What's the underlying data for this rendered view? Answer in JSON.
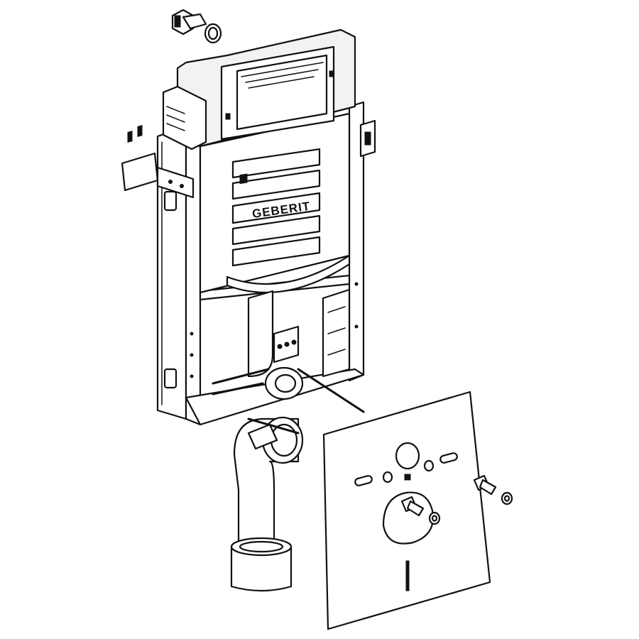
{
  "brand": {
    "logo_text": "GEBERIT"
  },
  "colors": {
    "line": "#111111",
    "background": "#ffffff"
  },
  "parts": [
    {
      "id": "installation-frame"
    },
    {
      "id": "concealed-cistern"
    },
    {
      "id": "inspection-opening"
    },
    {
      "id": "wall-mounting-brackets"
    },
    {
      "id": "drain-bend"
    },
    {
      "id": "sound-insulation-pad"
    },
    {
      "id": "fixing-bolts"
    },
    {
      "id": "water-supply-connector"
    }
  ]
}
